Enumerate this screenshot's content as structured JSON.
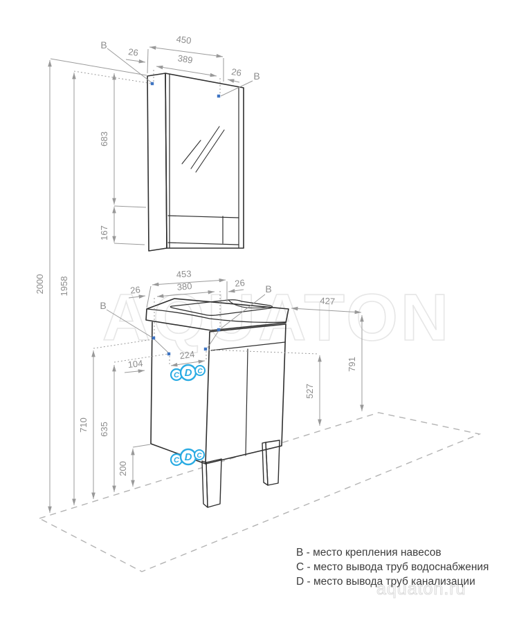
{
  "watermark": {
    "brand": "AQUATON",
    "site": "aquaton.ru"
  },
  "markers": {
    "hanger": "B",
    "water_outlet": "C",
    "drain_outlet": "D"
  },
  "dims": {
    "mirror_width": "450",
    "mirror_side_offset": "26",
    "mirror_hanger_span": "389",
    "mirror_height": "683",
    "mirror_shelf_height": "167",
    "total_height": "2000",
    "mirror_hanger_height": "1958",
    "vanity_width": "453",
    "vanity_side_offset": "26",
    "basin_span": "380",
    "vanity_depth": "427",
    "hanger_span": "224",
    "hanger_side_offset": "104",
    "worktop_height": "791",
    "outlet_height": "527",
    "vanity_hanger_height_outer": "710",
    "vanity_hanger_height_inner": "635",
    "leg_height": "200"
  },
  "legend": {
    "b": "B - место крепления навесов",
    "c": "C - место вывода труб водоснабжения",
    "d": "D - место вывода труб канализации"
  }
}
